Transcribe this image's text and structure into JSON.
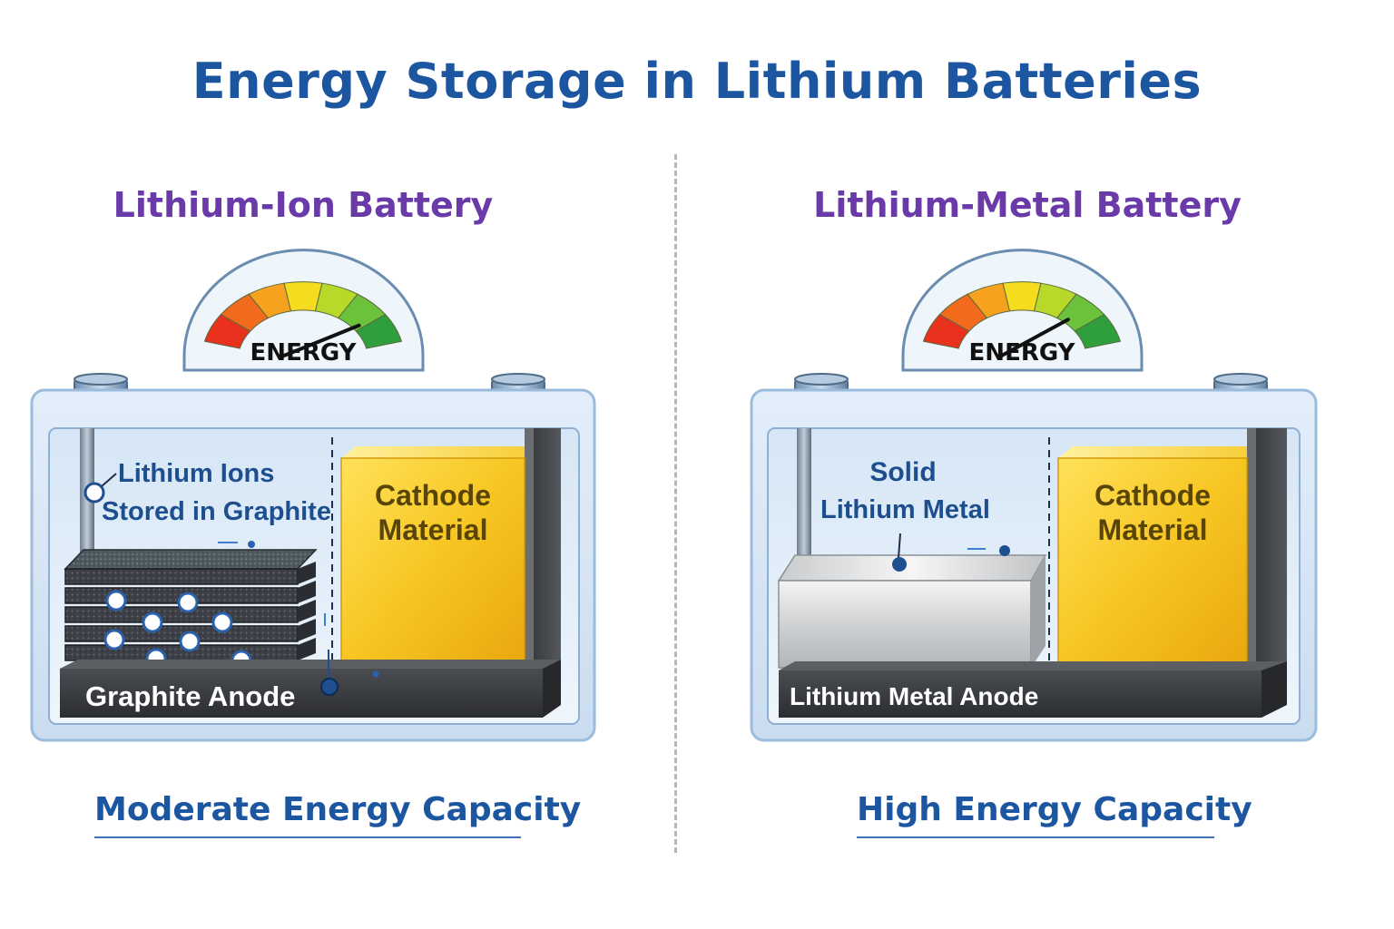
{
  "title": "Energy Storage in Lithium Batteries",
  "colors": {
    "title": "#1d56a0",
    "subtitle": "#6a3ba8",
    "cathode": "#f2c21b",
    "anode_dark": "#3a3d42",
    "casing": "#cfe2f5",
    "gauge_red": "#e8321e",
    "gauge_green": "#2f9e3c"
  },
  "left": {
    "heading": "Lithium-Ion Battery",
    "gauge_label": "ENERGY",
    "gauge_level": 0.78,
    "ion_label_line1": "Lithium Ions",
    "ion_label_line2": "Stored in Graphite",
    "cathode_line1": "Cathode",
    "cathode_line2": "Material",
    "anode_label": "Graphite Anode",
    "capacity": "Moderate Energy Capacity"
  },
  "right": {
    "heading": "Lithium-Metal Battery",
    "gauge_label": "ENERGY",
    "gauge_level": 0.72,
    "metal_label_line1": "Solid",
    "metal_label_line2": "Lithium Metal",
    "cathode_line1": "Cathode",
    "cathode_line2": "Material",
    "anode_label": "Lithium Metal Anode",
    "capacity": "High Energy Capacity"
  }
}
